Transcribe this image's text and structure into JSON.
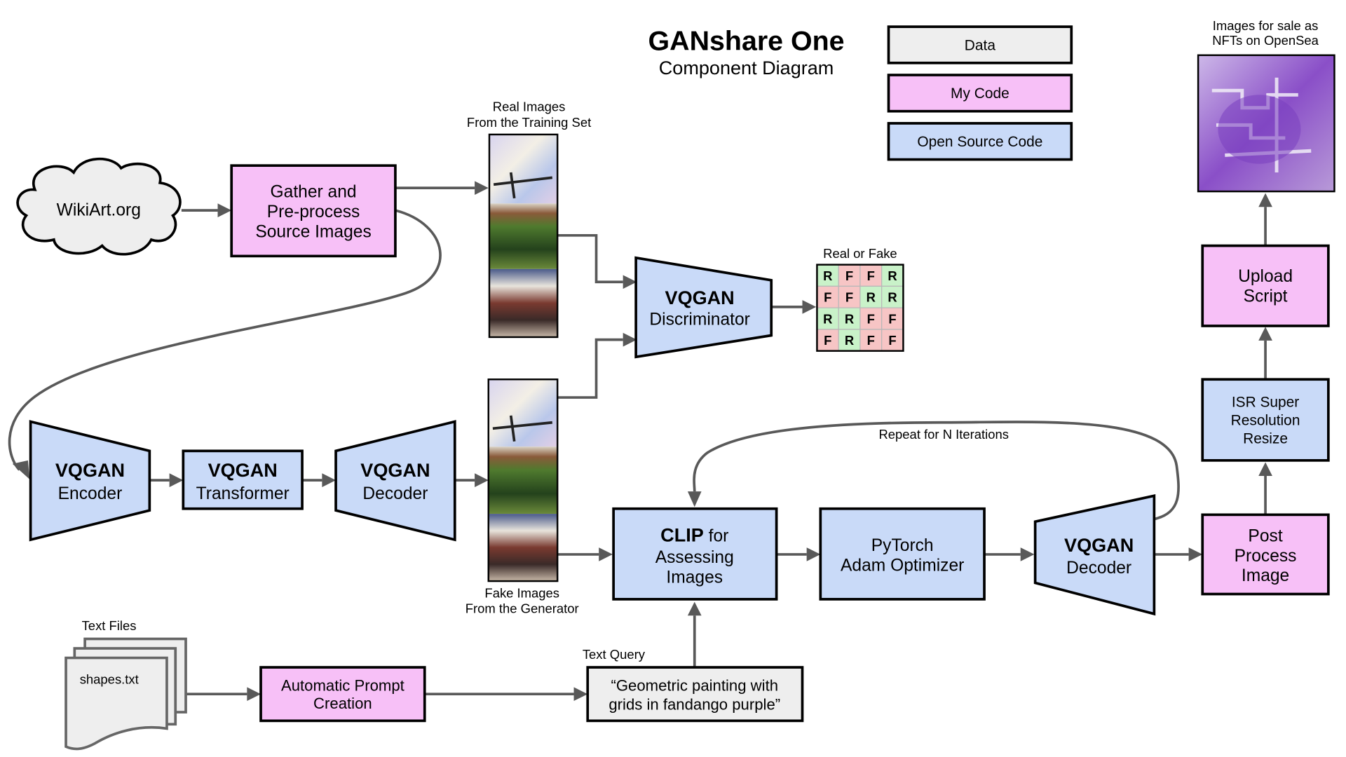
{
  "header": {
    "title": "GANshare One",
    "subtitle": "Component Diagram"
  },
  "legend": [
    {
      "label": "Data",
      "color": "#eeeeee"
    },
    {
      "label": "My Code",
      "color": "#f7c0f7"
    },
    {
      "label": "Open Source Code",
      "color": "#c9daf8"
    }
  ],
  "colors": {
    "data": "#eeeeee",
    "my_code": "#f7c0f7",
    "open_source": "#c9daf8",
    "connector": "#595959",
    "real": "#c9f2c9",
    "fake": "#f7c5c5"
  },
  "nodes": {
    "wikiart": {
      "label": "WikiArt.org"
    },
    "gather": {
      "lines": [
        "Gather and",
        "Pre-process",
        "Source Images"
      ]
    },
    "real_images": {
      "caption": [
        "Real Images",
        "From the Training Set"
      ]
    },
    "fake_images": {
      "caption": [
        "Fake Images",
        "From the Generator"
      ]
    },
    "discriminator": {
      "bold": "VQGAN",
      "sub": "Discriminator"
    },
    "encoder": {
      "bold": "VQGAN",
      "sub": "Encoder"
    },
    "transformer": {
      "bold": "VQGAN",
      "sub": "Transformer"
    },
    "decoder_left": {
      "bold": "VQGAN",
      "sub": "Decoder"
    },
    "clip": {
      "bold": "CLIP",
      "bold_suffix": " for",
      "lines": [
        "Assessing",
        "Images"
      ]
    },
    "adam": {
      "lines": [
        "PyTorch",
        "Adam Optimizer"
      ]
    },
    "decoder_right": {
      "bold": "VQGAN",
      "sub": "Decoder"
    },
    "post_process": {
      "lines": [
        "Post",
        "Process",
        "Image"
      ]
    },
    "isr": {
      "lines": [
        "ISR Super",
        "Resolution",
        "Resize"
      ]
    },
    "upload": {
      "lines": [
        "Upload",
        "Script"
      ]
    },
    "nft": {
      "caption": [
        "Images for sale as",
        "NFTs on OpenSea"
      ]
    },
    "text_files": {
      "caption": "Text Files",
      "file": "shapes.txt"
    },
    "prompt": {
      "lines": [
        "Automatic Prompt",
        "Creation"
      ]
    },
    "query": {
      "caption": "Text Query",
      "lines": [
        "“Geometric painting with",
        "grids in fandango purple”"
      ]
    }
  },
  "real_or_fake": {
    "caption": "Real or Fake",
    "grid": [
      [
        "R",
        "F",
        "F",
        "R"
      ],
      [
        "F",
        "F",
        "R",
        "R"
      ],
      [
        "R",
        "R",
        "F",
        "F"
      ],
      [
        "F",
        "R",
        "F",
        "F"
      ]
    ]
  },
  "loop_label": "Repeat for N Iterations"
}
